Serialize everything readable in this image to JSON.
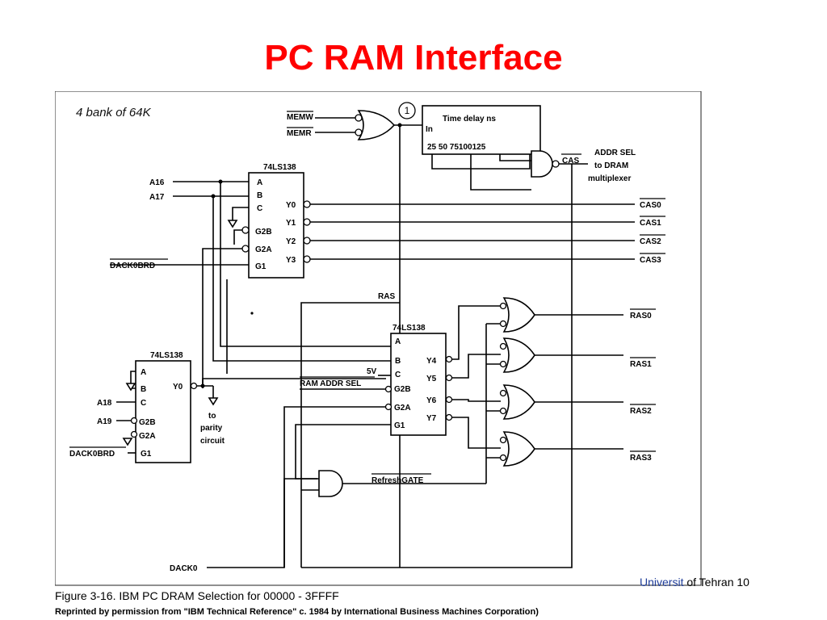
{
  "slide": {
    "title": "PC RAM Interface",
    "footer_university": "Universit",
    "footer_rest": "of Tehran 10"
  },
  "figure": {
    "handwritten_note": "4 bank of 64K",
    "circle_number": "1",
    "caption": "Figure 3-16. IBM PC DRAM Selection for 00000 - 3FFFF",
    "reprint_note": "Reprinted by permission from \"IBM Technical Reference\" c. 1984 by International Business Machines Corporation)",
    "inputs": {
      "memw": "MEMW",
      "memr": "MEMR",
      "a16": "A16",
      "a17": "A17",
      "a18": "A18",
      "a19": "A19",
      "dack0brd_top": "DACK0BRD",
      "dack0brd_bottom": "DACK0BRD",
      "dack0": "DACK0"
    },
    "delay": {
      "title": "Time delay ns",
      "in_label": "In",
      "taps": "25  50   75100125"
    },
    "addr_sel": {
      "cas": "CAS",
      "line1": "ADDR SEL",
      "line2": "to DRAM",
      "line3": "multiplexer"
    },
    "decoder_top": {
      "name": "74LS138",
      "pin_a": "A",
      "pin_b": "B",
      "pin_c": "C",
      "pin_g2b": "G2B",
      "pin_g2a": "G2A",
      "pin_g1": "G1",
      "out_y0": "Y0",
      "out_y1": "Y1",
      "out_y2": "Y2",
      "out_y3": "Y3"
    },
    "decoder_mid": {
      "name": "74LS138",
      "pin_a": "A",
      "pin_b": "B",
      "pin_c": "C",
      "pin_g2b": "G2B",
      "pin_g2a": "G2A",
      "pin_g1": "G1",
      "out_y4": "Y4",
      "out_y5": "Y5",
      "out_y6": "Y6",
      "out_y7": "Y7",
      "five_v": "5V"
    },
    "decoder_left": {
      "name": "74LS138",
      "pin_a": "A",
      "pin_b": "B",
      "pin_c": "C",
      "pin_g2b": "G2B",
      "pin_g2a": "G2A",
      "pin_g1": "G1",
      "out_y0": "Y0"
    },
    "signals": {
      "ras": "RAS",
      "ram_addr_sel": "RAM ADDR SEL",
      "refresh_gate": "RefreshGATE",
      "parity_1": "to",
      "parity_2": "parity",
      "parity_3": "circuit"
    },
    "outputs": {
      "cas0": "CAS0",
      "cas1": "CAS1",
      "cas2": "CAS2",
      "cas3": "CAS3",
      "ras0": "RAS0",
      "ras1": "RAS1",
      "ras2": "RAS2",
      "ras3": "RAS3"
    }
  }
}
